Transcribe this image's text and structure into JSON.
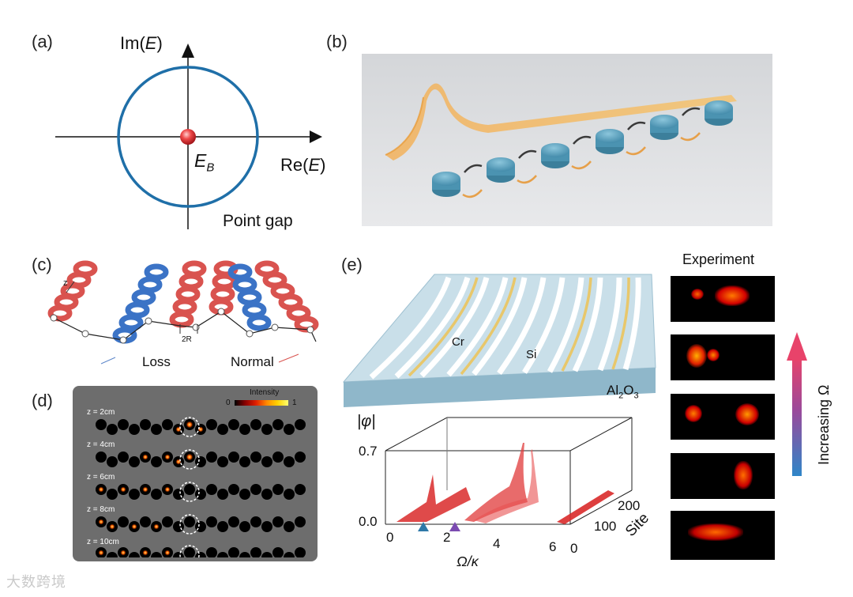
{
  "panels": {
    "a": {
      "label": "(a)",
      "y_axis_label": "Im(",
      "y_axis_var": "E",
      "y_axis_close": ")",
      "x_axis_label": "Re(",
      "x_axis_var": "E",
      "x_axis_close": ")",
      "point_label": "E",
      "point_sub": "B",
      "caption": "Point gap",
      "colors": {
        "circle": "#1f6fa8",
        "point": "#e0303a"
      }
    },
    "b": {
      "label": "(b)"
    },
    "c": {
      "label": "(c)",
      "z_label": "z",
      "spacing_label": "2R",
      "loss_label": "Loss",
      "normal_label": "Normal",
      "colors": {
        "normal": "#d9534f",
        "loss": "#3b73c6"
      }
    },
    "d": {
      "label": "(d)",
      "colorbar_title": "Intensity",
      "colorbar_min": "0",
      "colorbar_max": "1",
      "rows": [
        "z = 2cm",
        "z = 4cm",
        "z = 6cm",
        "z = 8cm",
        "z = 10cm"
      ]
    },
    "e": {
      "label": "(e)",
      "material_1": "Cr",
      "material_2": "Si",
      "substrate": "Al",
      "substrate_sub1": "2",
      "substrate_mid": "O",
      "substrate_sub2": "3",
      "plot": {
        "z_label": "|φ|",
        "z_ticks": [
          "0.7",
          "0.0"
        ],
        "x_ticks": [
          "0",
          "2",
          "4",
          "6"
        ],
        "x_label": "Ω/κ",
        "site_ticks": [
          "0",
          "100",
          "200"
        ],
        "site_label": "Site"
      }
    },
    "experiment": {
      "title": "Experiment",
      "arrow_label": "Increasing Ω"
    }
  },
  "watermark": "大数跨境"
}
